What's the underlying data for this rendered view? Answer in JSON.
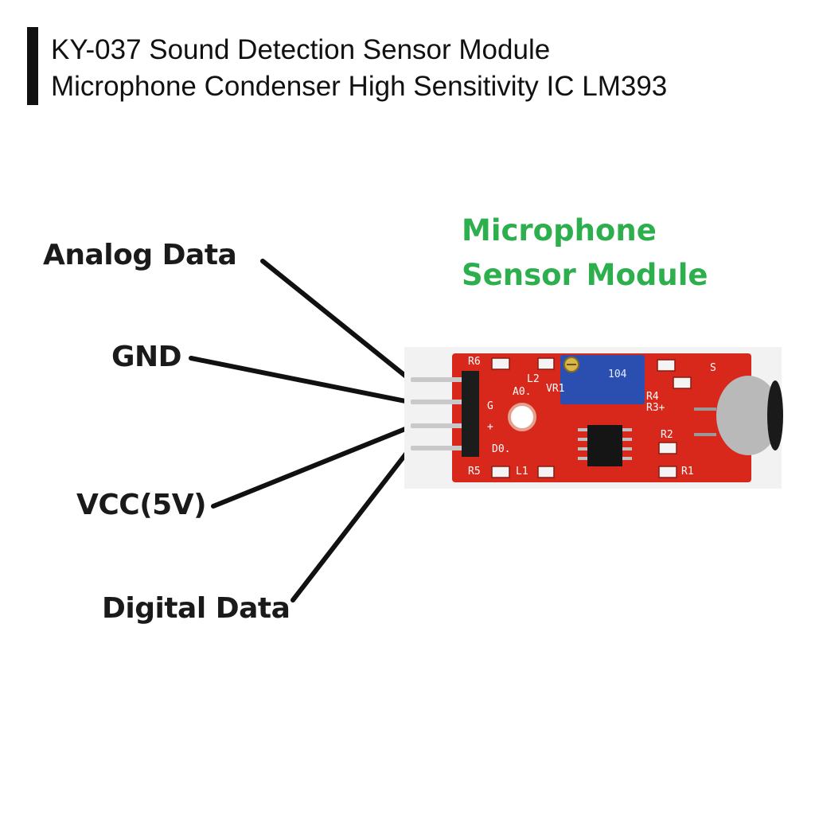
{
  "title": {
    "line1": "KY-037 Sound Detection Sensor Module",
    "line2": "Microphone Condenser High Sensitivity IC LM393"
  },
  "module_label": {
    "line1": "Microphone",
    "line2": "Sensor Module"
  },
  "pins": [
    {
      "label": "Analog Data"
    },
    {
      "label": "GND"
    },
    {
      "label": "VCC(5V)"
    },
    {
      "label": "Digital Data"
    }
  ],
  "board": {
    "silk_labels": {
      "r6": "R6",
      "r5": "R5",
      "r4": "R4",
      "r3": "R3+",
      "r2": "R2",
      "r1": "R1",
      "l1": "L1",
      "l2": "L2",
      "a0": "A0.",
      "g": "G",
      "plus": "+",
      "d0": "D0.",
      "vr": "VR1",
      "s": "S",
      "pot": "104"
    },
    "colors": {
      "pcb": "#d8281c",
      "pot": "#2a4fb0",
      "header": "#1c1c1c",
      "pins": "#c9c9c9",
      "ic": "#151515",
      "mic": "#b9b9b9",
      "label_green": "#2eaf4e"
    }
  }
}
